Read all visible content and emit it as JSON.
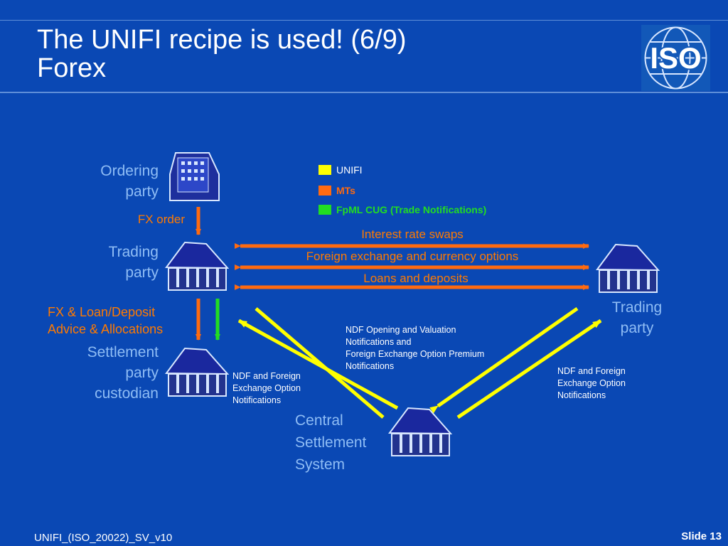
{
  "title": {
    "line1": "The UNIFI recipe is used! (6/9)",
    "line2": "Forex"
  },
  "logo": {
    "text": "ISO"
  },
  "nodes": {
    "ordering": {
      "line1": "Ordering",
      "line2": "party"
    },
    "trading_left": {
      "line1": "Trading",
      "line2": "party"
    },
    "settlement": {
      "line1": "Settlement",
      "line2": "party",
      "line3": "custodian"
    },
    "trading_right": {
      "line1": "Trading",
      "line2": "party"
    },
    "central": {
      "line1": "Central",
      "line2": "Settlement",
      "line3": "System"
    }
  },
  "legend": [
    {
      "label": "UNIFI",
      "color": "#ffff00"
    },
    {
      "label": "MTs",
      "color": "#ff6a10"
    },
    {
      "label": "FpML CUG (Trade Notifications)",
      "color": "#22dd22"
    }
  ],
  "flows": {
    "fx_order": "FX order",
    "advice": {
      "line1": "FX & Loan/Deposit",
      "line2": "Advice & Allocations"
    },
    "horizontal": [
      "Interest rate swaps",
      "Foreign exchange and currency options",
      "Loans and deposits"
    ]
  },
  "notes": {
    "left": [
      "NDF and Foreign",
      "Exchange Option",
      "Notifications"
    ],
    "middle": [
      "NDF Opening and Valuation",
      "Notifications and",
      "Foreign Exchange Option Premium",
      "Notifications"
    ],
    "right": [
      "NDF and Foreign",
      "Exchange Option",
      "Notifications"
    ]
  },
  "footer": {
    "left": "UNIFI_(ISO_20022)_SV_v10",
    "right": "Slide 13"
  }
}
